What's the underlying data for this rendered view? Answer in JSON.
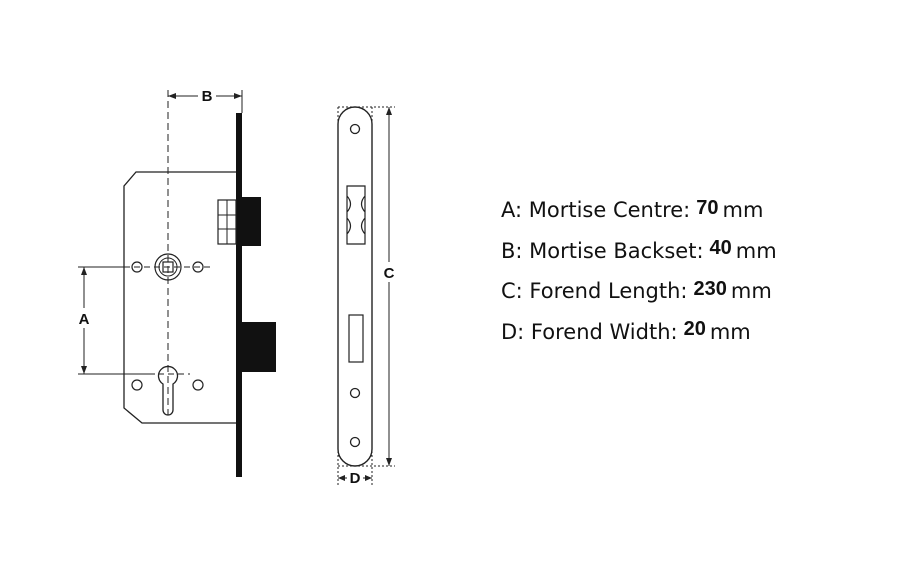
{
  "dimensions": {
    "a": "A",
    "b": "B",
    "c": "C",
    "d": "D"
  },
  "specs": [
    {
      "label": "A: Mortise Centre:",
      "value": "70",
      "unit": "mm"
    },
    {
      "label": "B: Mortise Backset:",
      "value": "40",
      "unit": "mm"
    },
    {
      "label": "C: Forend Length:",
      "value": "230",
      "unit": "mm"
    },
    {
      "label": "D: Forend Width:",
      "value": "20",
      "unit": "mm"
    }
  ]
}
